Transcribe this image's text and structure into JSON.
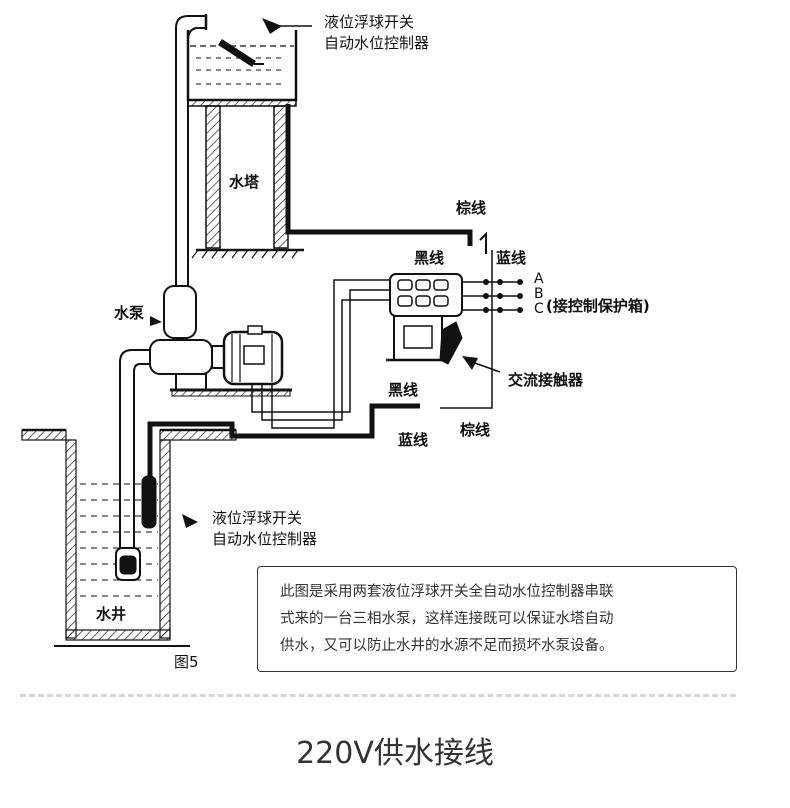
{
  "labels": {
    "float_top_line1": "液位浮球开关",
    "float_top_line2": "自动水位控制器",
    "water_tower": "水塔",
    "brown_wire_top": "棕线",
    "black_wire_top": "黑线",
    "blue_wire_top": "蓝线",
    "terminal_a": "A",
    "terminal_b": "B",
    "terminal_c": "C",
    "control_box": "(接控制保护箱)",
    "pump": "水泵",
    "ac_contactor": "交流接触器",
    "black_wire_bottom": "黑线",
    "blue_wire_bottom": "蓝线",
    "brown_wire_bottom": "棕线",
    "float_bottom_line1": "液位浮球开关",
    "float_bottom_line2": "自动水位控制器",
    "well": "水井",
    "figure_label": "图5"
  },
  "note": {
    "line1": "此图是采用两套液位浮球开关全自动水位控制器串联",
    "line2": "式来的一台三相水泵，这样连接既可以保证水塔自动",
    "line3": "供水，又可以防止水井的水源不足而损坏水泵设备。"
  },
  "footer": {
    "title": "220V供水接线"
  }
}
